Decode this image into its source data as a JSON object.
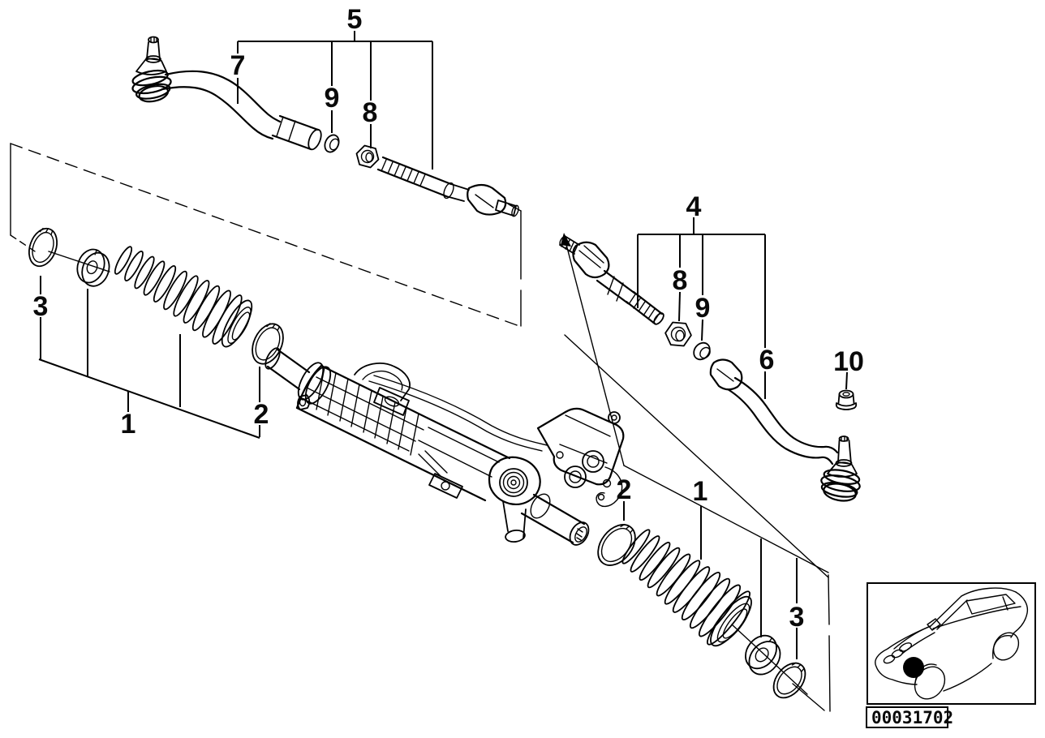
{
  "figure_colors": {
    "background": "#ffffff",
    "line": "#000000"
  },
  "part_labels": [
    {
      "ref": "bracket-left-tie-rod-assembly",
      "text": "5"
    },
    {
      "ref": "left-outer-tie-rod",
      "text": "7"
    },
    {
      "ref": "left-lock-ring",
      "text": "9"
    },
    {
      "ref": "left-jam-nut",
      "text": "8"
    },
    {
      "ref": "bracket-right-tie-rod-assembly",
      "text": "4"
    },
    {
      "ref": "right-jam-nut",
      "text": "8"
    },
    {
      "ref": "right-lock-ring",
      "text": "9"
    },
    {
      "ref": "right-outer-tie-rod",
      "text": "6"
    },
    {
      "ref": "stud-nut",
      "text": "10"
    },
    {
      "ref": "left-clamp-small",
      "text": "3"
    },
    {
      "ref": "left-bellows-boot",
      "text": "1"
    },
    {
      "ref": "left-clamp-large",
      "text": "2"
    },
    {
      "ref": "right-clamp-large",
      "text": "2"
    },
    {
      "ref": "right-bellows-boot",
      "text": "1"
    },
    {
      "ref": "right-clamp-small",
      "text": "3"
    }
  ],
  "inset": {
    "diagram_code": "00031702"
  }
}
